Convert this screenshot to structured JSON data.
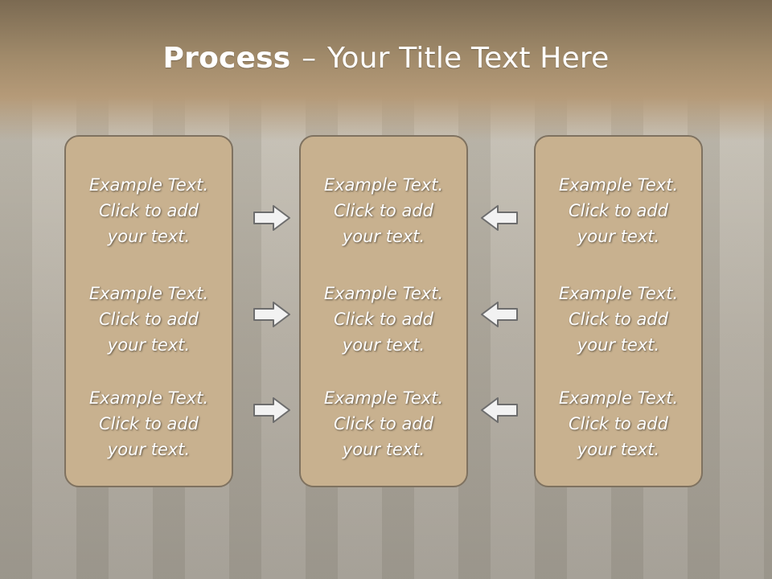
{
  "slide": {
    "title_bold": "Process",
    "title_dash": "–",
    "title_rest": "Your Title Text Here"
  },
  "columns": [
    {
      "items": [
        {
          "line1": "Example Text.",
          "line2": "Click  to add",
          "line3": "your text."
        },
        {
          "line1": "Example Text.",
          "line2": "Click  to add",
          "line3": "your text."
        },
        {
          "line1": "Example Text.",
          "line2": "Click  to add",
          "line3": "your text."
        }
      ]
    },
    {
      "items": [
        {
          "line1": "Example Text.",
          "line2": "Click  to add",
          "line3": "your text."
        },
        {
          "line1": "Example Text.",
          "line2": "Click  to add",
          "line3": "your text."
        },
        {
          "line1": "Example Text.",
          "line2": "Click  to add",
          "line3": "your text."
        }
      ]
    },
    {
      "items": [
        {
          "line1": "Example Text.",
          "line2": "Click  to add",
          "line3": "your text."
        },
        {
          "line1": "Example Text.",
          "line2": "Click  to add",
          "line3": "your text."
        },
        {
          "line1": "Example Text.",
          "line2": "Click  to add",
          "line3": "your text."
        }
      ]
    }
  ],
  "icons": {
    "left_arrows": "arrow-right-icon",
    "right_arrows": "arrow-left-icon"
  },
  "colors": {
    "box_fill": "#c8b18f",
    "box_border": "#7f7260",
    "arrow_fill": "#f2f2f2",
    "arrow_stroke": "#6d6d6d"
  }
}
